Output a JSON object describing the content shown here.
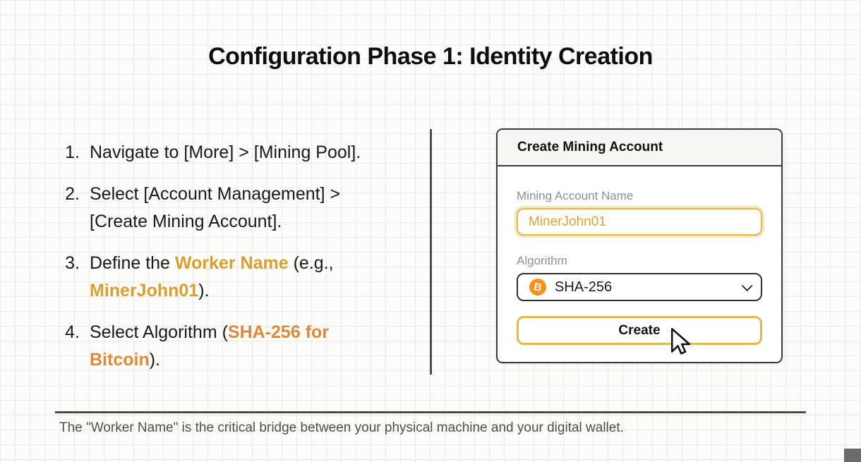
{
  "page": {
    "title": "Configuration Phase 1: Identity Creation"
  },
  "colors": {
    "gold": "#d7a02f",
    "orange": "#dd8a3e",
    "bitcoin": "#f7931a",
    "accent_border": "#e5b74c",
    "input_text": "#d8a43c",
    "divider": "#4a4a4a",
    "grid_line": "#ebe9e4",
    "page_bg": "#fcfcfa",
    "label_gray": "#8f8f8f",
    "note_gray": "#4e4e4e",
    "corner_gray": "#6c6c70"
  },
  "steps": [
    {
      "number": "1.",
      "segments": [
        {
          "text": "Navigate to [More] > [Mining Pool].",
          "style": "normal"
        }
      ]
    },
    {
      "number": "2.",
      "segments": [
        {
          "text": "Select [Account Management] >\n[Create Mining Account].",
          "style": "normal"
        }
      ]
    },
    {
      "number": "3.",
      "segments": [
        {
          "text": "Define the ",
          "style": "normal"
        },
        {
          "text": "Worker Name",
          "style": "gold"
        },
        {
          "text": " (e.g.,\n",
          "style": "normal"
        },
        {
          "text": "MinerJohn01",
          "style": "gold"
        },
        {
          "text": ").",
          "style": "normal"
        }
      ]
    },
    {
      "number": "4.",
      "segments": [
        {
          "text": "Select Algorithm (",
          "style": "normal"
        },
        {
          "text": "SHA-256 for\nBitcoin",
          "style": "orange"
        },
        {
          "text": ").",
          "style": "normal"
        }
      ]
    }
  ],
  "panel": {
    "title": "Create Mining Account",
    "fields": {
      "account_name": {
        "label": "Mining Account Name",
        "value": "MinerJohn01"
      },
      "algorithm": {
        "label": "Algorithm",
        "value": "SHA-256",
        "icon": "bitcoin-icon",
        "icon_glyph": "B"
      }
    },
    "create_button_label": "Create"
  },
  "footer": {
    "note": "The \"Worker Name\" is the critical bridge between your physical machine and your digital wallet."
  },
  "cursor": {
    "type": "arrow-pointer"
  }
}
